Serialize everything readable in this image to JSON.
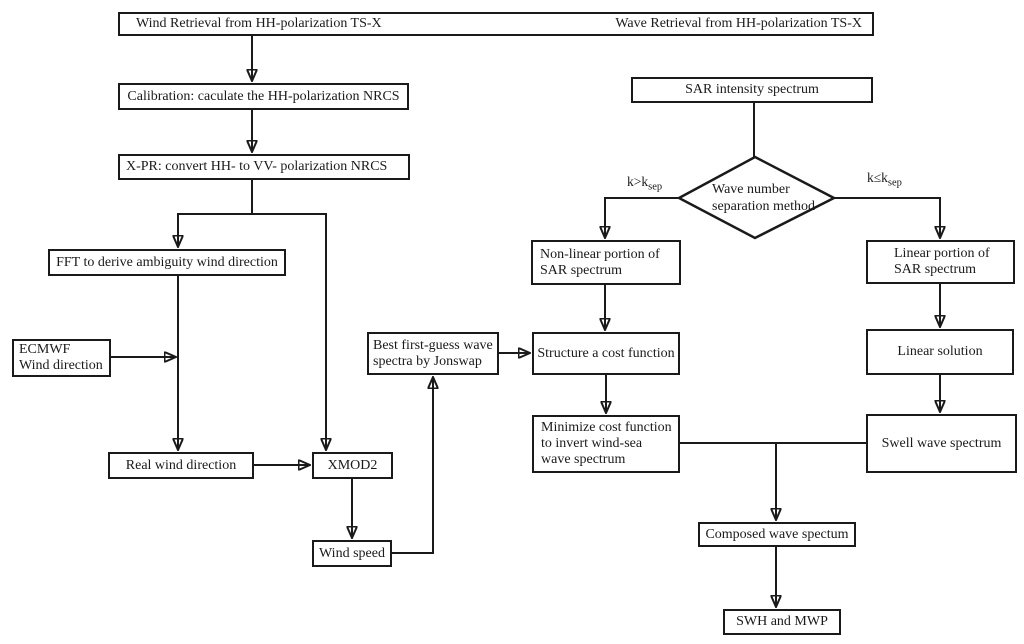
{
  "header": {
    "left": "Wind Retrieval from HH-polarization TS-X",
    "right": "Wave Retrieval from HH-polarization TS-X"
  },
  "boxes": {
    "calibration": "Calibration: caculate the HH-polarization NRCS",
    "xpr": "X-PR: convert HH- to VV- polarization NRCS",
    "fft": "FFT to derive ambiguity wind direction",
    "ecmwf": {
      "lines": [
        "ECMWF",
        "Wind direction"
      ]
    },
    "real_wind": "Real wind direction",
    "xmod2": "XMOD2",
    "wind_speed": "Wind speed",
    "best_guess": {
      "lines": [
        "Best first-guess wave",
        "spectra by Jonswap"
      ]
    },
    "structure_cost": "Structure a cost function",
    "minimize": {
      "lines": [
        "Minimize cost function",
        "to invert wind-sea",
        "wave spectrum"
      ]
    },
    "sar_intensity": "SAR intensity spectrum",
    "nonlinear": {
      "lines": [
        "Non-linear portion of",
        "SAR spectrum"
      ]
    },
    "linear_portion": {
      "lines": [
        "Linear portion of",
        "SAR spectrum"
      ]
    },
    "linear_solution": "Linear solution",
    "swell": "Swell wave spectrum",
    "composed": "Composed wave spectum",
    "swh": "SWH and MWP"
  },
  "decision": {
    "lines": [
      "Wave number",
      "separation method"
    ]
  },
  "edge_labels": {
    "gt": {
      "base": "k>k",
      "sub": "sep"
    },
    "le": {
      "base": "k≤k",
      "sub": "sep"
    }
  },
  "colors": {
    "ink": "#1a1a1a",
    "background": "#ffffff"
  }
}
